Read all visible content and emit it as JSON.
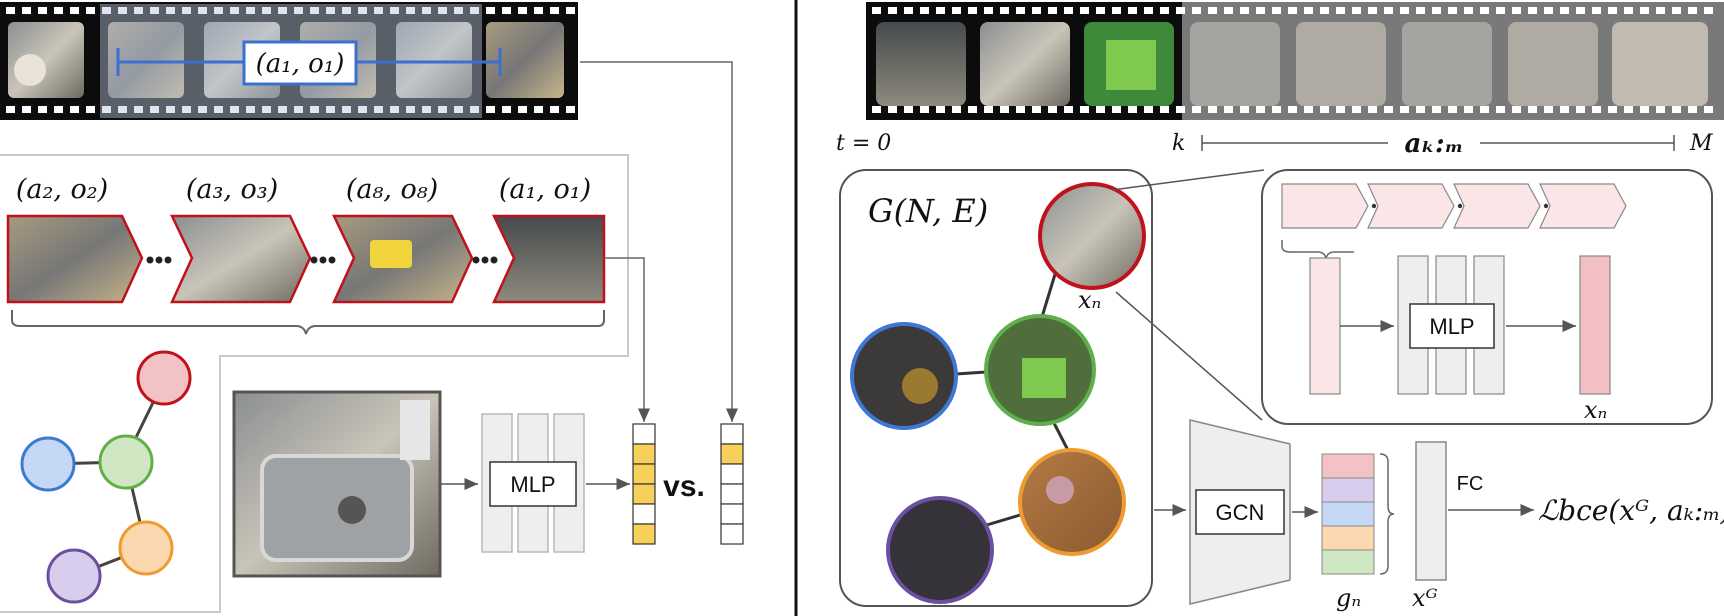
{
  "left": {
    "top_strip_label": "(a₁, o₁)",
    "history_labels": [
      "(a₂, o₂)",
      "(a₃, o₃)",
      "(a₈, o₈)",
      "(a₁, o₁)"
    ],
    "mlp_label": "MLP",
    "vs_label": "vs."
  },
  "right": {
    "t0_label": "t = 0",
    "k_label": "k",
    "akm_label": "aₖ:ₘ",
    "m_label": "M",
    "graph_label": "G(N, E)",
    "xn_label": "xₙ",
    "inset_mlp_label": "MLP",
    "inset_xn_label": "xₙ",
    "gcn_label": "GCN",
    "gn_label": "gₙ",
    "xg_label": "xᴳ",
    "fc_label": "FC",
    "loss_label": "ℒbce(xᴳ, aₖ:ₘ)"
  },
  "colors": {
    "red": "#c0121c",
    "blue": "#3d78d6",
    "green": "#5fb04a",
    "orange": "#ee9b2f",
    "purple": "#6b4fa0",
    "yellow": "#f6d05a",
    "highlight_blue": "#3b6fd0"
  }
}
